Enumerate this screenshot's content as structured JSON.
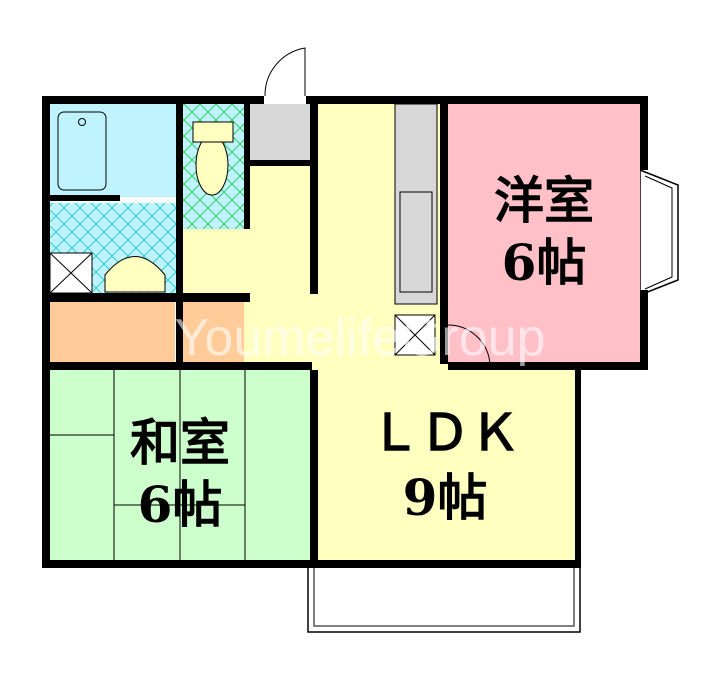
{
  "rooms": {
    "western": {
      "name": "洋室",
      "size": "6帖",
      "color": "#ffc0c8"
    },
    "japanese": {
      "name": "和室",
      "size": "6帖",
      "color": "#ccffcc"
    },
    "ldk": {
      "name": "ＬＤＫ",
      "size": "9帖",
      "color": "#ffffc0"
    },
    "bath": {
      "color": "#bff4ff"
    },
    "closet": {
      "color": "#ffcc99"
    },
    "storage": {
      "color": "#d8d8d8"
    }
  },
  "watermark": "YoumelifeGroup"
}
